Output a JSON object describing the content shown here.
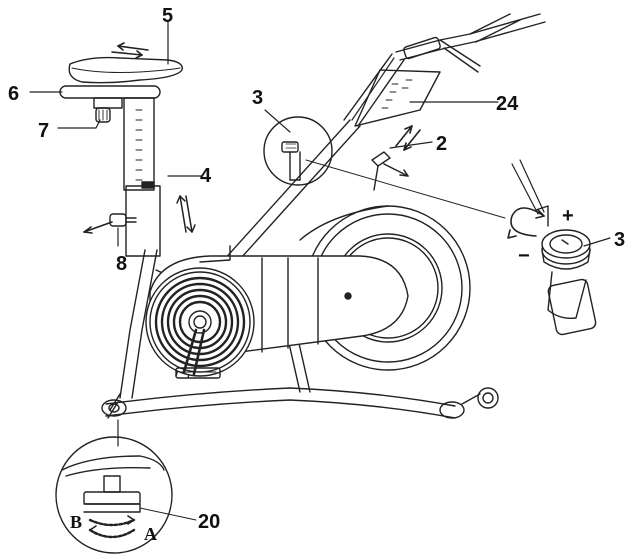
{
  "callouts": {
    "c5": "5",
    "c6": "6",
    "c7": "7",
    "c4": "4",
    "c8": "8",
    "c3_left": "3",
    "c24": "24",
    "c2": "2",
    "c3_right": "3",
    "c20": "20",
    "plus": "+",
    "minus": "−",
    "letter_b": "B",
    "letter_a": "A"
  }
}
